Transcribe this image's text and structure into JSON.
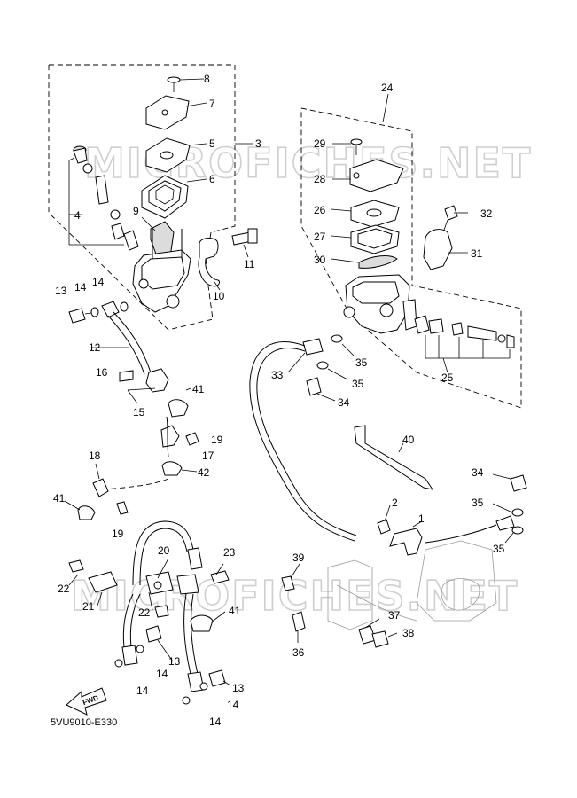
{
  "watermark": "MICROFICHES.NET",
  "diagram_code": "5VU9010-E330",
  "fwd_label": "FWD",
  "callouts": {
    "c8": "8",
    "c7": "7",
    "c5": "5",
    "c3": "3",
    "c6": "6",
    "c4": "4",
    "c9": "9",
    "c11": "11",
    "c10": "10",
    "c13a": "13",
    "c14a": "14",
    "c14b": "14",
    "c12": "12",
    "c16": "16",
    "c41a": "41",
    "c15": "15",
    "c19a": "19",
    "c17": "17",
    "c42": "42",
    "c18": "18",
    "c41b": "41",
    "c19b": "19",
    "c24": "24",
    "c29": "29",
    "c28": "28",
    "c26": "26",
    "c27": "27",
    "c30": "30",
    "c32": "32",
    "c31": "31",
    "c35a": "35",
    "c33": "33",
    "c35b": "35",
    "c34a": "34",
    "c25": "25",
    "c40": "40",
    "c34b": "34",
    "c35c": "35",
    "c2": "2",
    "c1": "1",
    "c35d": "35",
    "c39": "39",
    "c37": "37",
    "c38": "38",
    "c36": "36",
    "c20": "20",
    "c23": "23",
    "c22a": "22",
    "c21": "21",
    "c22b": "22",
    "c41c": "41",
    "c13b": "13",
    "c13c": "13",
    "c14c": "14",
    "c14d": "14",
    "c14e": "14",
    "c14f": "14"
  }
}
